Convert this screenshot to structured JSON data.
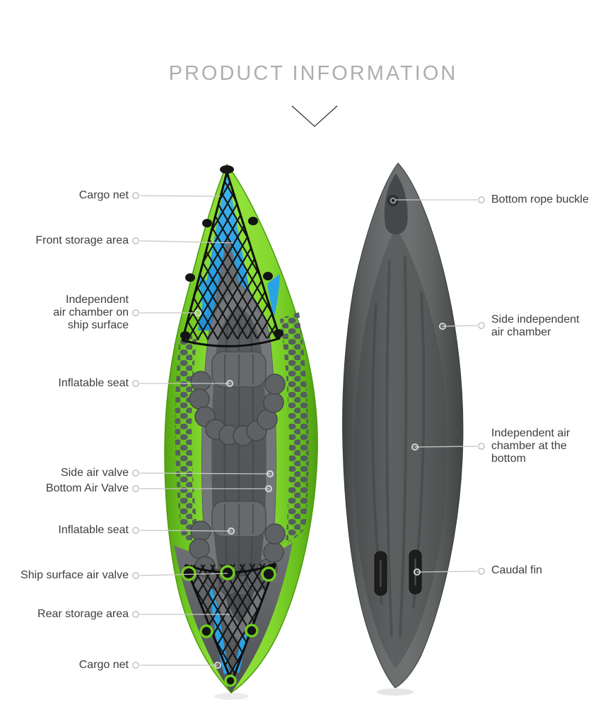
{
  "header": {
    "title": "PRODUCT INFORMATION"
  },
  "views": {
    "top_view_name": "kayak top view",
    "bottom_view_name": "kayak bottom view"
  },
  "callouts": {
    "left": [
      {
        "label": "Cargo net"
      },
      {
        "label": "Front storage area"
      },
      {
        "label": "Independent\nair chamber on\nship surface"
      },
      {
        "label": "Inflatable seat"
      },
      {
        "label": "Side air valve"
      },
      {
        "label": "Bottom Air Valve"
      },
      {
        "label": "Inflatable seat"
      },
      {
        "label": "Ship surface air valve"
      },
      {
        "label": "Rear storage area"
      },
      {
        "label": "Cargo net"
      }
    ],
    "right": [
      {
        "label": "Bottom rope buckle"
      },
      {
        "label": "Side independent\nair chamber"
      },
      {
        "label": "Independent air\nchamber at the\nbottom"
      },
      {
        "label": "Caudal fin"
      }
    ]
  },
  "colors": {
    "title_text": "#aeaeae",
    "label_text": "#3e3e3e",
    "callout_line": "#c6c6c6",
    "kayak_green": "#7fd22c",
    "kayak_blue": "#2aa3e6",
    "kayak_cockpit_gray": "#74777a",
    "kayak_floor_gray": "#55585a",
    "kayak_bottom_gray": "#5d6060",
    "net_black": "#151515"
  }
}
